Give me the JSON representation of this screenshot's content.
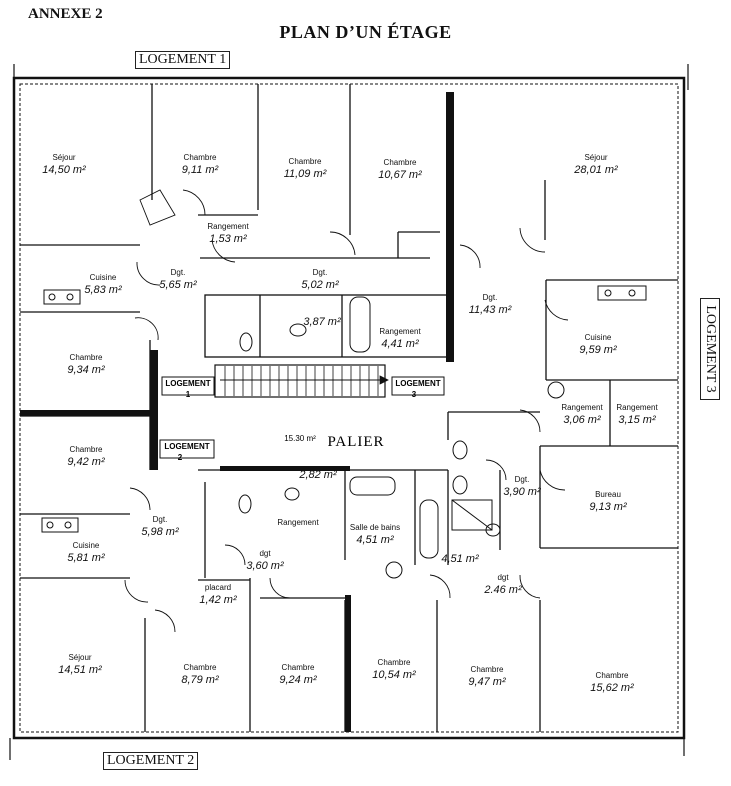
{
  "header": {
    "annexe": "ANNEXE 2",
    "title": "PLAN D’UN ÉTAGE"
  },
  "logements": {
    "l1": "LOGEMENT 1",
    "l2": "LOGEMENT 2",
    "l3": "LOGEMENT 3"
  },
  "landing": {
    "tag_l1": "LOGEMENT",
    "tag_l1_num": "1",
    "tag_l2": "LOGEMENT",
    "tag_l2_num": "2",
    "tag_l3": "LOGEMENT",
    "tag_l3_num": "3",
    "area": "15.30 m²",
    "label": "PALIER"
  },
  "rooms": [
    {
      "name": "Séjour",
      "area": "14,50 m²"
    },
    {
      "name": "Chambre",
      "area": "9,11 m²"
    },
    {
      "name": "Chambre",
      "area": "11,09 m²"
    },
    {
      "name": "Chambre",
      "area": "10,67 m²"
    },
    {
      "name": "Séjour",
      "area": "28,01 m²"
    },
    {
      "name": "Rangement",
      "area": "1,53 m²"
    },
    {
      "name": "Cuisine",
      "area": "5,83 m²"
    },
    {
      "name": "Dgt.",
      "area": "5,65 m²"
    },
    {
      "name": "Dgt.",
      "area": "5,02 m²"
    },
    {
      "name": "",
      "area": "3,87 m²"
    },
    {
      "name": "Dgt.",
      "area": "11,43 m²"
    },
    {
      "name": "Rangement",
      "area": "4,41 m²"
    },
    {
      "name": "Chambre",
      "area": "9,34 m²"
    },
    {
      "name": "Cuisine",
      "area": "9,59 m²"
    },
    {
      "name": "Rangement",
      "area": "3,06 m²"
    },
    {
      "name": "Rangement",
      "area": "3,15 m²"
    },
    {
      "name": "Chambre",
      "area": "9,42 m²"
    },
    {
      "name": "",
      "area": "2,82 m²"
    },
    {
      "name": "Dgt.",
      "area": "3,90 m²"
    },
    {
      "name": "Bureau",
      "area": "9,13 m²"
    },
    {
      "name": "Rangement",
      "area": ""
    },
    {
      "name": "Salle de bains",
      "area": "4,51 m²"
    },
    {
      "name": "Dgt.",
      "area": "5,98 m²"
    },
    {
      "name": "Cuisine",
      "area": "5,81 m²"
    },
    {
      "name": "dgt",
      "area": "3,60 m²"
    },
    {
      "name": "",
      "area": "4,51 m²"
    },
    {
      "name": "dgt",
      "area": "2.46 m²"
    },
    {
      "name": "placard",
      "area": "1,42 m²"
    },
    {
      "name": "Séjour",
      "area": "14,51 m²"
    },
    {
      "name": "Chambre",
      "area": "8,79 m²"
    },
    {
      "name": "Chambre",
      "area": "9,24 m²"
    },
    {
      "name": "Chambre",
      "area": "10,54 m²"
    },
    {
      "name": "Chambre",
      "area": "9,47 m²"
    },
    {
      "name": "Chambre",
      "area": "15,62 m²"
    }
  ]
}
